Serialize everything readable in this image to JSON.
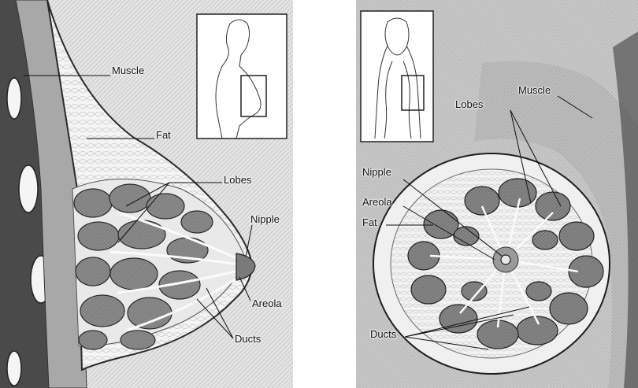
{
  "left": {
    "labels": {
      "muscle": "Muscle",
      "fat": "Fat",
      "lobes": "Lobes",
      "nipple": "Nipple",
      "areola": "Areola",
      "ducts": "Ducts"
    }
  },
  "right": {
    "labels": {
      "muscle": "Muscle",
      "lobes": "Lobes",
      "nipple": "Nipple",
      "areola": "Areola",
      "fat": "Fat",
      "ducts": "Ducts"
    }
  },
  "colors": {
    "background_hatch": "#cfcfcf",
    "lobe_fill": "#7d7d7d",
    "lobe_stroke": "#3a3a3a",
    "fat_fill": "#efefef",
    "muscle_fill": "#9a9a9a",
    "skin_dark": "#3d3d3d",
    "label_color": "#111111"
  }
}
